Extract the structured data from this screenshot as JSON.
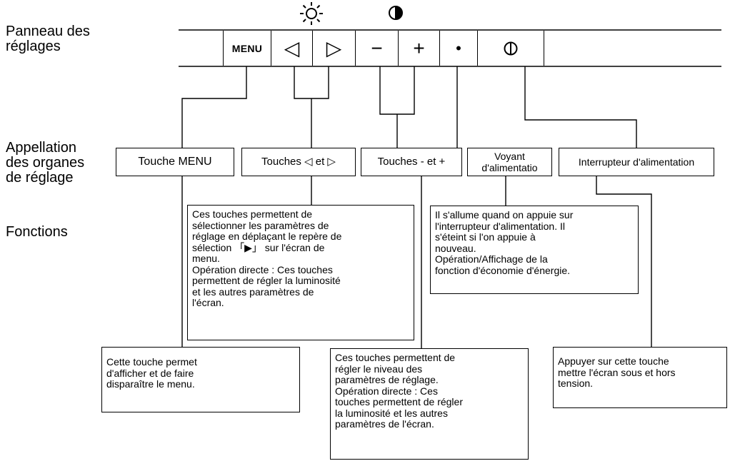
{
  "row_labels": {
    "panel": "Panneau des\nréglages",
    "names": "Appellation\ndes organes\nde réglage",
    "functions": "Fonctions"
  },
  "panel_buttons": {
    "menu": "MENU",
    "left": "◁",
    "right": "▷",
    "minus": "−",
    "plus": "+",
    "dot": "•",
    "power": "⦶"
  },
  "panel_icons": [
    "sun-brightness-icon",
    "contrast-icon"
  ],
  "control_names": {
    "menu_key": "Touche MENU",
    "arrow_keys": "Touches ◁ et ▷",
    "plus_minus_keys": "Touches - et +",
    "power_led": "Voyant\nd'alimentatio",
    "power_switch": "Interrupteur d'alimentation"
  },
  "functions": {
    "arrow_keys": "Ces touches permettent de\nsélectionner les paramètres de\nréglage en déplaçant le repère de\nsélection 「▶」 sur l'écran de\nmenu.\nOpération directe : Ces touches\npermettent de régler la luminosité\net les autres paramètres de\nl'écran.",
    "power_led": "Il s'allume quand on appuie sur\nl'interrupteur d'alimentation. Il\ns'éteint si l'on appuie à\nnouveau.\nOpération/Affichage de la\nfonction d'économie d'énergie.",
    "menu_key": "Cette touche permet\nd'afficher et de faire\ndisparaître le menu.",
    "plus_minus_keys": "Ces touches permettent de\nrégler le niveau des\nparamètres de réglage.\nOpération directe : Ces\ntouches permettent de régler\nla luminosité et les autres\nparamètres de l'écran.",
    "power_switch": "Appuyer sur cette touche\nmettre l'écran sous et hors\ntension."
  }
}
